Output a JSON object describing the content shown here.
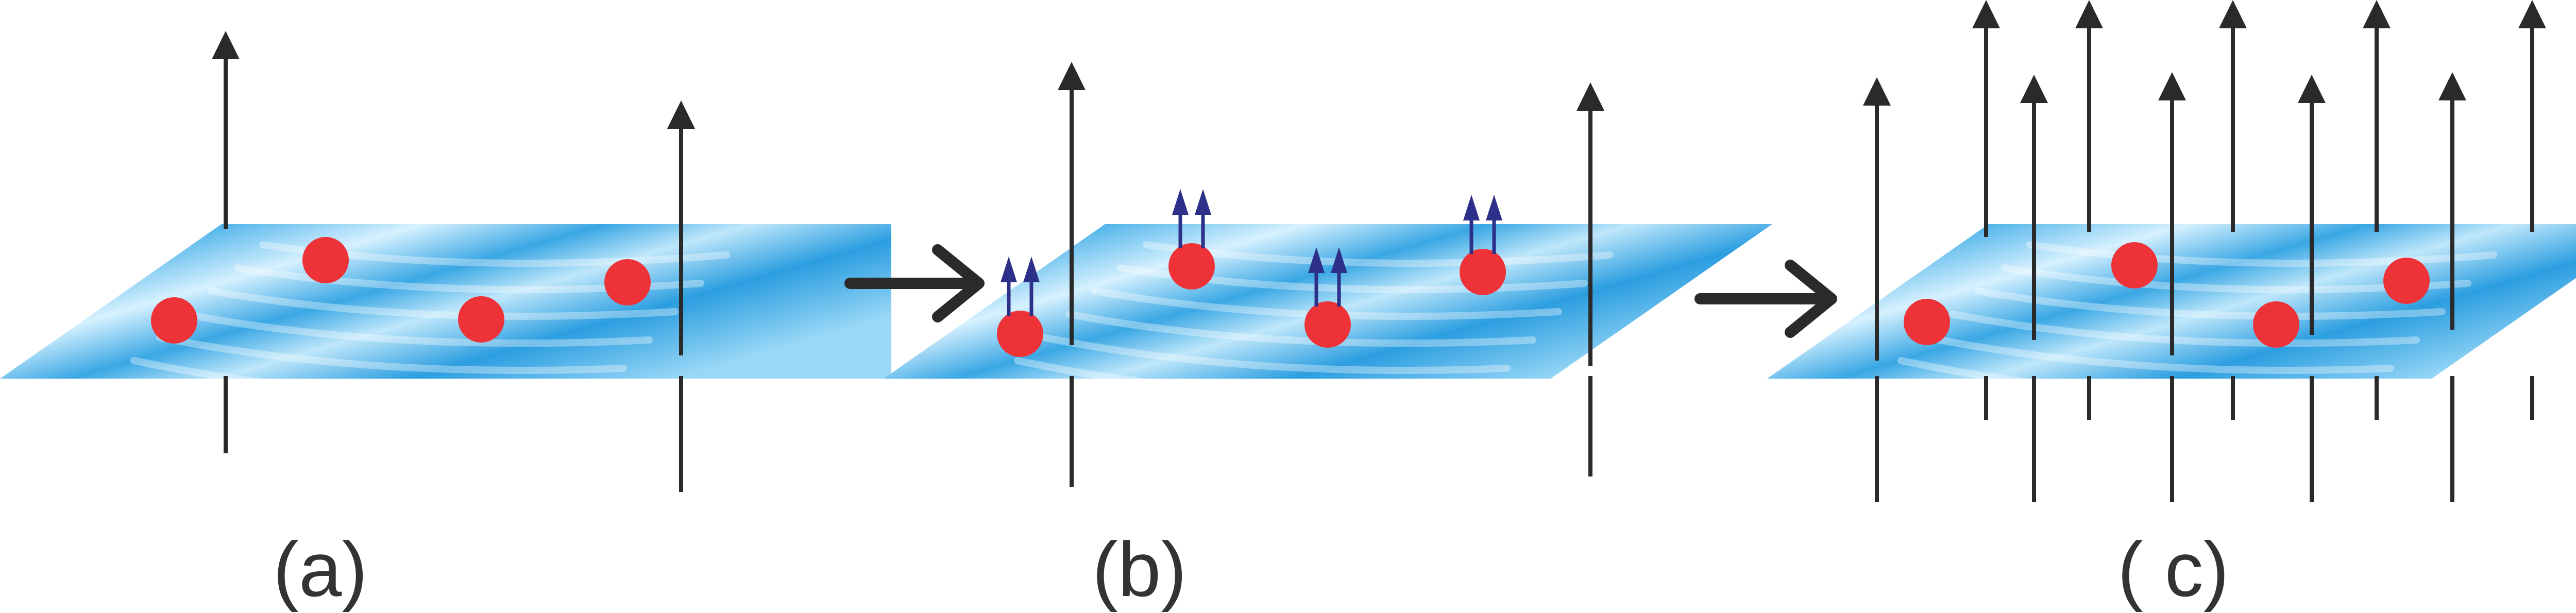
{
  "colors": {
    "plane_dark": "#1a90d8",
    "plane_light": "#d6f1ff",
    "dot": "#ee3338",
    "flux_line": "#2a2a2a",
    "spin_arrow": "#2d3088",
    "process_arrow": "#2a2a2a",
    "label": "#333333"
  },
  "panels": [
    {
      "id": "a",
      "label": "(a)",
      "flux_lines": 2,
      "particles": 4,
      "spins_per_particle": 0
    },
    {
      "id": "b",
      "label": "(b)",
      "flux_lines": 2,
      "particles": 4,
      "spins_per_particle": 2
    },
    {
      "id": "c",
      "label": "( c)",
      "flux_lines": 10,
      "particles": 4,
      "spins_per_particle": 0
    }
  ],
  "process_arrows": 2
}
